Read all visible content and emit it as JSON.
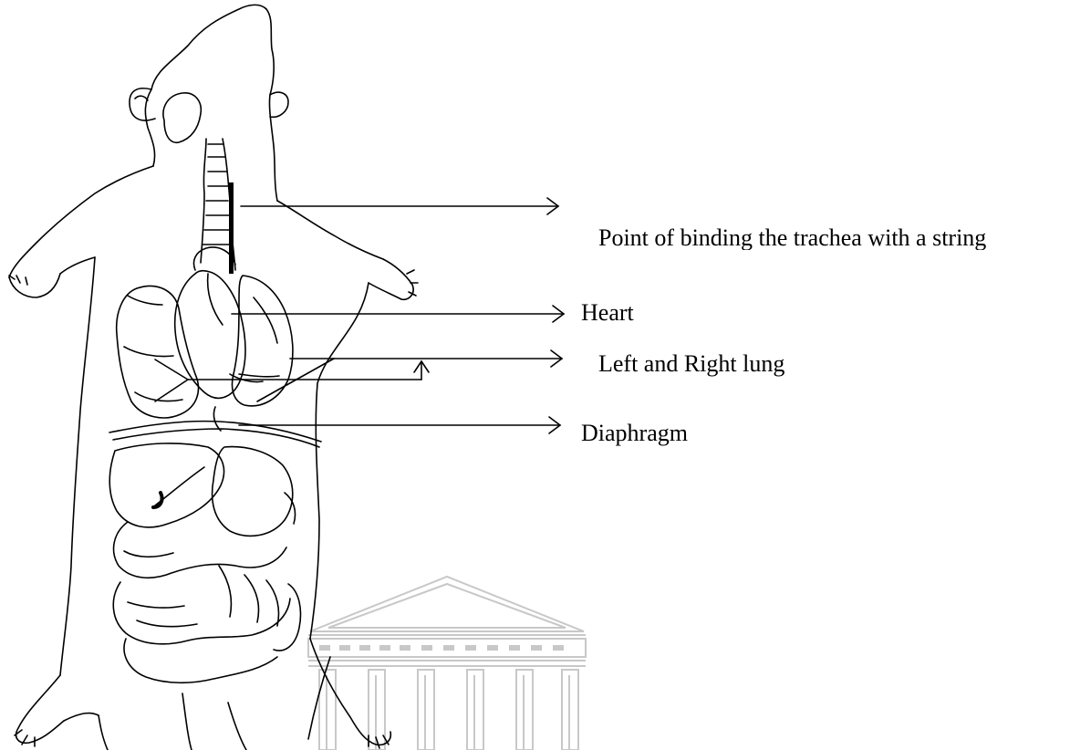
{
  "labels": {
    "trachea": "Point of binding the trachea with a string",
    "heart": "Heart",
    "lungs": "Left and Right lung",
    "diaphragm": "Diaphragm"
  },
  "colors": {
    "line": "#000000",
    "watermark": "#c8c8c8"
  },
  "icons": [
    "rat-outline-illustration",
    "university-building-watermark",
    "arrow-right-icon",
    "arrow-up-icon"
  ]
}
